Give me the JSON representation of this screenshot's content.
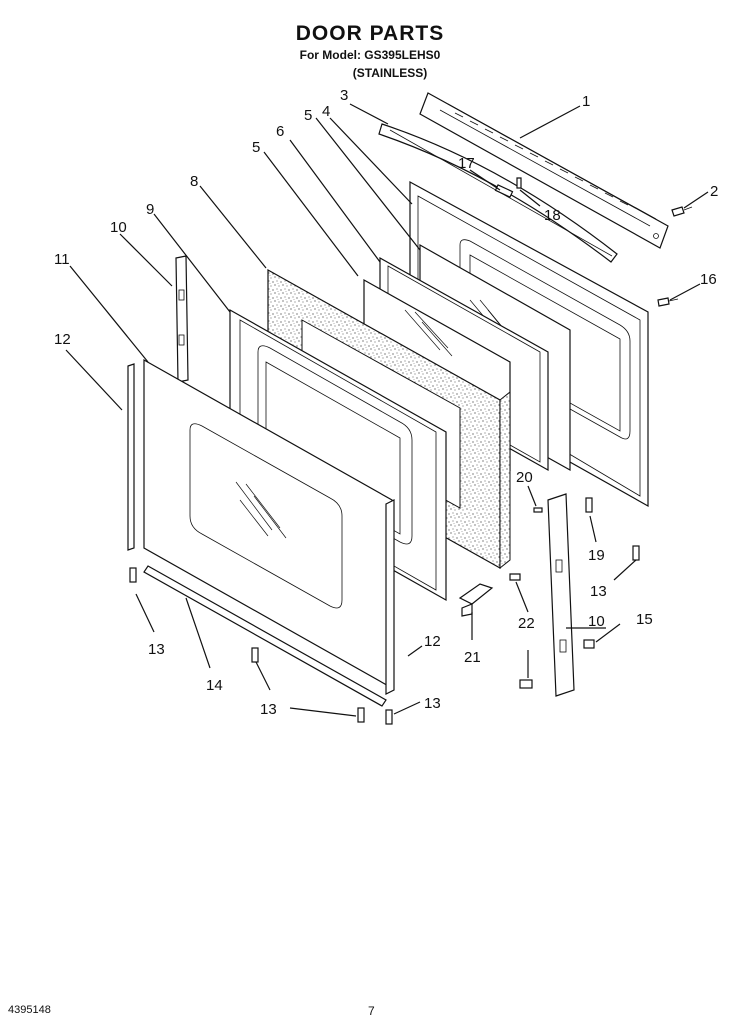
{
  "header": {
    "title": "DOOR PARTS",
    "subtitle": "For Model: GS395LEHS0",
    "variant": "(STAINLESS)"
  },
  "callouts": {
    "c1": "1",
    "c2": "2",
    "c3": "3",
    "c4": "4",
    "c5a": "5",
    "c5b": "5",
    "c6": "6",
    "c8": "8",
    "c9": "9",
    "c10a": "10",
    "c10b": "10",
    "c11": "11",
    "c12a": "12",
    "c12b": "12",
    "c13a": "13",
    "c13b": "13",
    "c13c": "13",
    "c13d": "13",
    "c14": "14",
    "c15": "15",
    "c16": "16",
    "c17": "17",
    "c18": "18",
    "c19": "19",
    "c20": "20",
    "c21": "21",
    "c22": "22"
  },
  "footer": {
    "doc_number": "4395148",
    "page_number": "7"
  }
}
